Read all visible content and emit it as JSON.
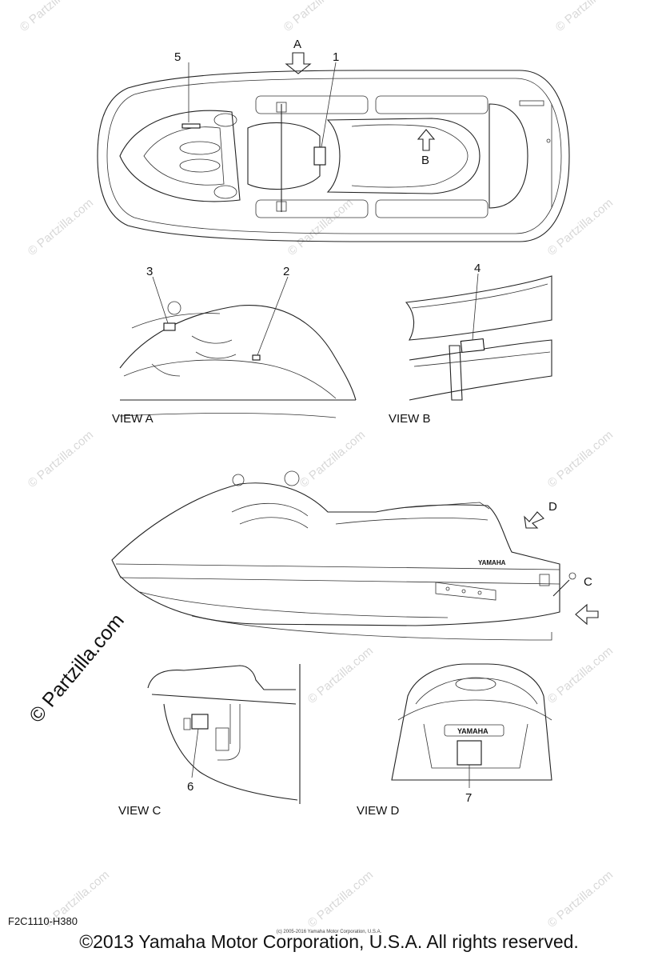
{
  "watermark": "© Partzilla.com",
  "diagram_watermark": "Partzilla.com",
  "top_view": {
    "arrow_a": "A",
    "arrow_b": "B",
    "callouts": [
      "5",
      "1"
    ]
  },
  "view_a": {
    "caption": "VIEW A",
    "callouts": [
      "3",
      "2"
    ]
  },
  "view_b": {
    "caption": "VIEW B",
    "callouts": [
      "4"
    ]
  },
  "side_view": {
    "arrow_c": "C",
    "arrow_d": "D",
    "brand": "YAMAHA"
  },
  "view_c": {
    "caption": "VIEW C",
    "callouts": [
      "6"
    ]
  },
  "view_d": {
    "caption": "VIEW D",
    "callouts": [
      "7"
    ],
    "brand": "YAMAHA"
  },
  "footer": {
    "code": "F2C1110-H380",
    "small_notice": "(c) 2005-2016 Yamaha Motor Corporation, U.S.A.",
    "copyright": "©2013 Yamaha Motor Corporation, U.S.A. All rights reserved."
  }
}
